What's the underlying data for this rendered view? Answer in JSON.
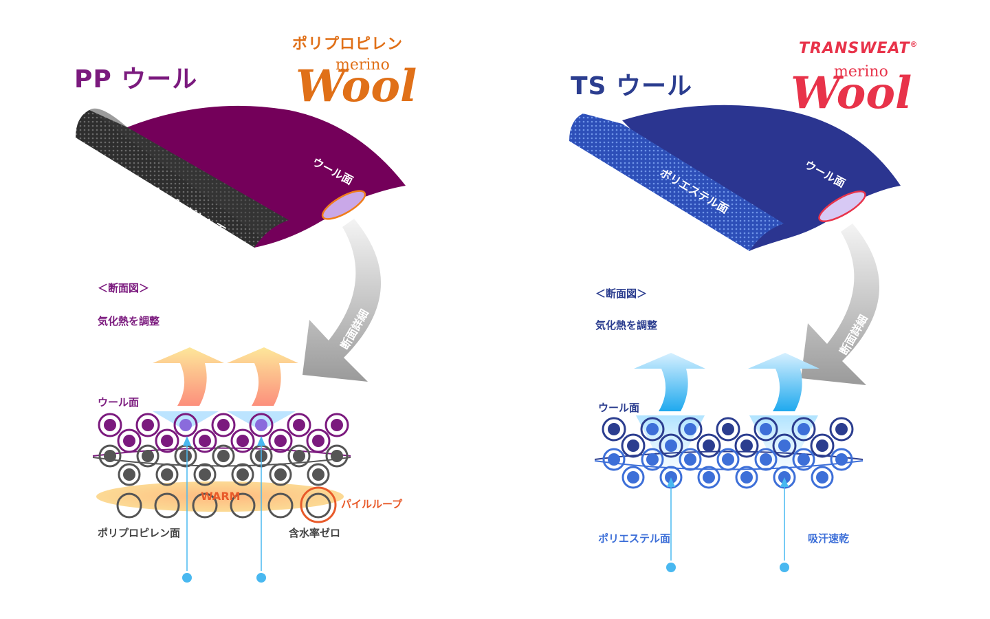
{
  "left": {
    "title": "PP ウール",
    "logo_top": "ポリプロピレン",
    "logo_merino": "merino",
    "logo_wool": "Wool",
    "sheet_label_back": "ポリプロピレン面",
    "sheet_label_front": "ウール面",
    "arrow_label": "断面詳細",
    "section_header": "＜断面図＞",
    "section_sub": "気化熱を調整",
    "layer_top": "ウール面",
    "warm": "WARM",
    "pile_loop": "パイルループ",
    "bottom_left": "ポリプロピレン面",
    "bottom_right": "含水率ゼロ",
    "colors": {
      "primary": "#7b1a7e",
      "sheet": "#74005a",
      "accent": "#e85a2a",
      "logo": "#e07018"
    }
  },
  "right": {
    "title": "TS ウール",
    "logo_top": "TRANSWEAT",
    "logo_reg": "®",
    "logo_merino": "merino",
    "logo_wool": "Wool",
    "sheet_label_back": "ポリエステル面",
    "sheet_label_front": "ウール面",
    "arrow_label": "断面詳細",
    "section_header": "＜断面図＞",
    "section_sub": "気化熱を調整",
    "layer_top": "ウール面",
    "bottom_left": "ポリエステル面",
    "bottom_right": "吸汗速乾",
    "colors": {
      "primary": "#2b3d8f",
      "sheet": "#2b3590",
      "accent": "#e8334a",
      "logo": "#e8334a"
    }
  }
}
